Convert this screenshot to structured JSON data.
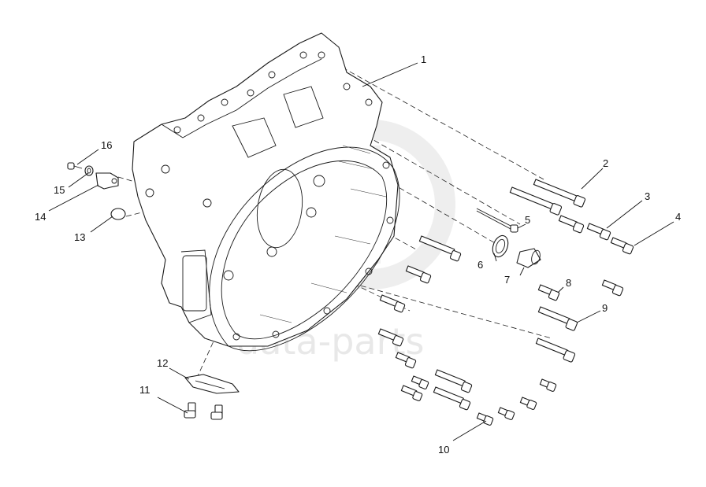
{
  "watermark": {
    "text": "data-parts",
    "color": "#d6d6d6"
  },
  "callouts": [
    {
      "id": "c1",
      "label": "1"
    },
    {
      "id": "c2",
      "label": "2"
    },
    {
      "id": "c3",
      "label": "3"
    },
    {
      "id": "c4",
      "label": "4"
    },
    {
      "id": "c5",
      "label": "5"
    },
    {
      "id": "c6",
      "label": "6"
    },
    {
      "id": "c7",
      "label": "7"
    },
    {
      "id": "c8",
      "label": "8"
    },
    {
      "id": "c9",
      "label": "9"
    },
    {
      "id": "c10",
      "label": "10"
    },
    {
      "id": "c11",
      "label": "11"
    },
    {
      "id": "c12",
      "label": "12"
    },
    {
      "id": "c13",
      "label": "13"
    },
    {
      "id": "c14",
      "label": "14"
    },
    {
      "id": "c15",
      "label": "15"
    },
    {
      "id": "c16",
      "label": "16"
    }
  ],
  "colors": {
    "line": "#1a1a1a",
    "background": "#ffffff"
  }
}
